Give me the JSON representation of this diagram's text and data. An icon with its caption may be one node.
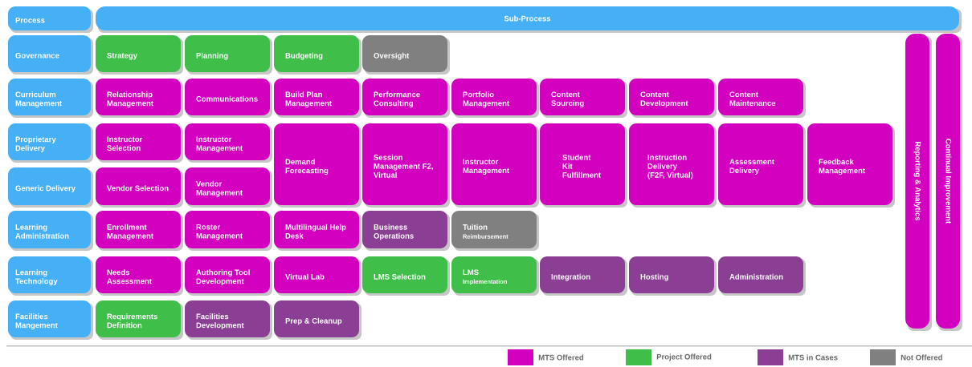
{
  "diagram": {
    "nodes": [
      {
        "text": [
          "Process"
        ]
      },
      {
        "text": [
          "Sub-Process"
        ]
      },
      {
        "text": [
          "Governance"
        ]
      },
      {
        "text": [
          "Strategy"
        ]
      },
      {
        "text": [
          "Planning"
        ]
      },
      {
        "text": [
          "Budgeting"
        ]
      },
      {
        "text": [
          "Oversight"
        ]
      },
      {
        "text": [
          "Curriculum Management"
        ]
      },
      {
        "text": [
          "Relationship Management"
        ]
      },
      {
        "text": [
          "Communications"
        ]
      },
      {
        "text": [
          "Build Plan Management"
        ]
      },
      {
        "text": [
          "Performance Consulting"
        ]
      },
      {
        "text": [
          "Portfolio Management"
        ]
      },
      {
        "text": [
          "Content Sourcing"
        ]
      },
      {
        "text": [
          "Content Development"
        ]
      },
      {
        "text": [
          "Content Maintenance"
        ]
      },
      {
        "text": [
          "Proprietary Delivery"
        ]
      },
      {
        "text": [
          "Instructor Selection"
        ]
      },
      {
        "text": [
          "Instructor Management"
        ]
      },
      {
        "text": [
          "Demand Forecasting"
        ]
      },
      {
        "text": [
          "Session Management F2, Virtual"
        ]
      },
      {
        "text": [
          "Instructor Management"
        ]
      },
      {
        "text": [
          "Student Kit Fulfillment"
        ]
      },
      {
        "text": [
          "Instruction Delivery (F2F, Virtual)"
        ]
      },
      {
        "text": [
          "Assessment Delivery"
        ]
      },
      {
        "text": [
          "Feedback Management"
        ]
      },
      {
        "text": [
          "Generic Delivery"
        ]
      },
      {
        "text": [
          "Vendor Selection"
        ]
      },
      {
        "text": [
          "Vendor Management"
        ]
      },
      {
        "text": [
          "Learning Administration"
        ]
      },
      {
        "text": [
          "Enrollment Management"
        ]
      },
      {
        "text": [
          "Roster Management"
        ]
      },
      {
        "text": [
          "Multilingual Help Desk"
        ]
      },
      {
        "text": [
          "Business Operations"
        ]
      },
      {
        "text": [
          "Tuition",
          "Reimbursement"
        ]
      },
      {
        "text": [
          "Learning Technology"
        ]
      },
      {
        "text": [
          "Needs Assessment"
        ]
      },
      {
        "text": [
          "Authoring Tool Development"
        ]
      },
      {
        "text": [
          "Virtual Lab"
        ]
      },
      {
        "text": [
          "LMS Selection"
        ]
      },
      {
        "text": [
          "LMS",
          "Implementation"
        ]
      },
      {
        "text": [
          "Integration"
        ]
      },
      {
        "text": [
          "Hosting"
        ]
      },
      {
        "text": [
          "Administration"
        ]
      },
      {
        "text": [
          "Facilities Mangement"
        ]
      },
      {
        "text": [
          "Requirements Definition"
        ]
      },
      {
        "text": [
          "Facilities Development"
        ]
      },
      {
        "text": [
          "Prep & Cleanup"
        ]
      },
      {
        "text": [
          "Reporting & Analytics"
        ]
      },
      {
        "text": [
          "Continual Improvement"
        ]
      }
    ],
    "legend": [
      {
        "text": "MTS Offered",
        "color": "#d400bf"
      },
      {
        "text": "Project Offered",
        "color": "#3fbf4a"
      },
      {
        "text": "MTS in Cases",
        "color": "#8b3f94"
      },
      {
        "text": "Not Offered",
        "color": "#808080"
      }
    ]
  }
}
